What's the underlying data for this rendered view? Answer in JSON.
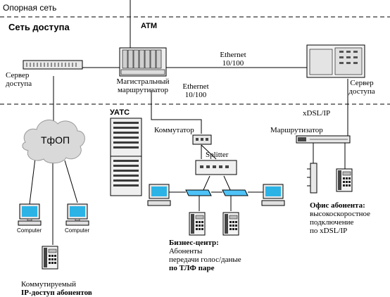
{
  "zones": {
    "core": "Опорная сеть",
    "access": "Сеть доступа"
  },
  "labels": {
    "atm": "ATM",
    "ethernet_right": [
      "Ethernet",
      "10/100"
    ],
    "ethernet_mid": [
      "Ethernet",
      "10/100"
    ],
    "access_server_left": [
      "Сервер",
      "доступа"
    ],
    "backbone_router": [
      "Магистральный",
      "маршрутизатор"
    ],
    "access_server_right": [
      "Сервер",
      "доступа"
    ],
    "xdsl": "xDSL/IP",
    "router": "Маршрутизатор",
    "pstn": "ТфОП",
    "pbx": "УАТС",
    "switch": "Коммутатор",
    "splitter": "Splitter",
    "computer_1": "Computer",
    "computer_2": "Computer"
  },
  "notes": {
    "dialup": {
      "line1": "Коммутируемый",
      "line2": "IP-доступ абонентов"
    },
    "business": {
      "title": "Бизнес-центр:",
      "line1": "Абоненты",
      "line2": "передачи голос/даные",
      "line3": "по ТЛФ паре"
    },
    "office": {
      "title": "Офис абонента:",
      "line1": "высокоскоростное",
      "line2": "подключение",
      "line3": "по xDSL/IP"
    }
  },
  "colors": {
    "line": "#000000",
    "cloud": "#d9d9d9",
    "monitor_screen": "#2bb3e6",
    "hub": "#4fc3f7"
  }
}
